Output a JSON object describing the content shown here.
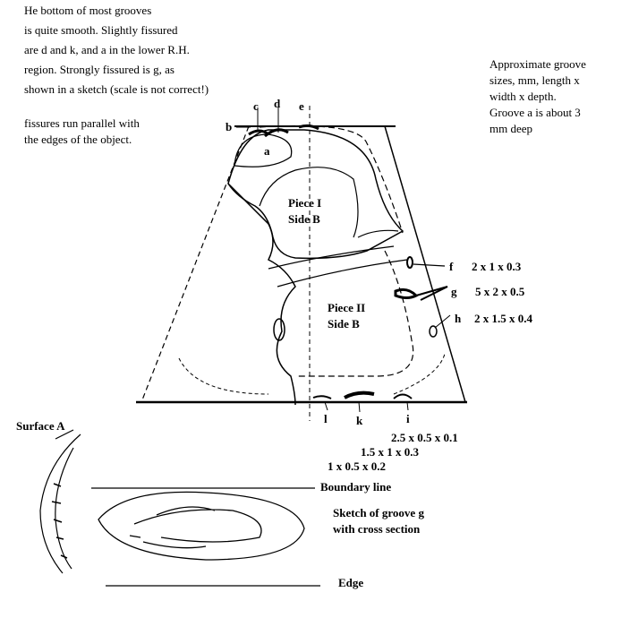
{
  "notes": {
    "lines": [
      "He bottom of most grooves",
      "is quite smooth. Slightly fissured",
      "are d and k, and a in the lower R.H.",
      "region. Strongly fissured is g, as",
      "shown in a sketch (scale is not correct!)"
    ],
    "fissures": [
      "fissures run parallel with",
      "the edges of the object."
    ],
    "sizes": [
      "Approximate groove",
      "sizes, mm, length x",
      "width x depth.",
      "Groove a is about 3",
      "mm deep"
    ]
  },
  "diagram": {
    "labels": {
      "a": "a",
      "b": "b",
      "c": "c",
      "d": "d",
      "e": "e",
      "f": "f",
      "g": "g",
      "h": "h",
      "i": "i",
      "k": "k",
      "l": "l"
    },
    "piece1": [
      "Piece I",
      "Side B"
    ],
    "piece2": [
      "Piece II",
      "Side B"
    ],
    "dims": {
      "f": "2 x 1 x 0.3",
      "g": "5 x 2 x 0.5",
      "h": "2 x 1.5 x 0.4",
      "i": "2.5 x 0.5 x 0.1",
      "k": "1.5 x 1 x 0.3",
      "l": "1 x 0.5 x 0.2"
    }
  },
  "sketch": {
    "surface": "Surface A",
    "boundary": "Boundary line",
    "title": [
      "Sketch of groove g",
      "with cross section"
    ],
    "edge": "Edge"
  }
}
